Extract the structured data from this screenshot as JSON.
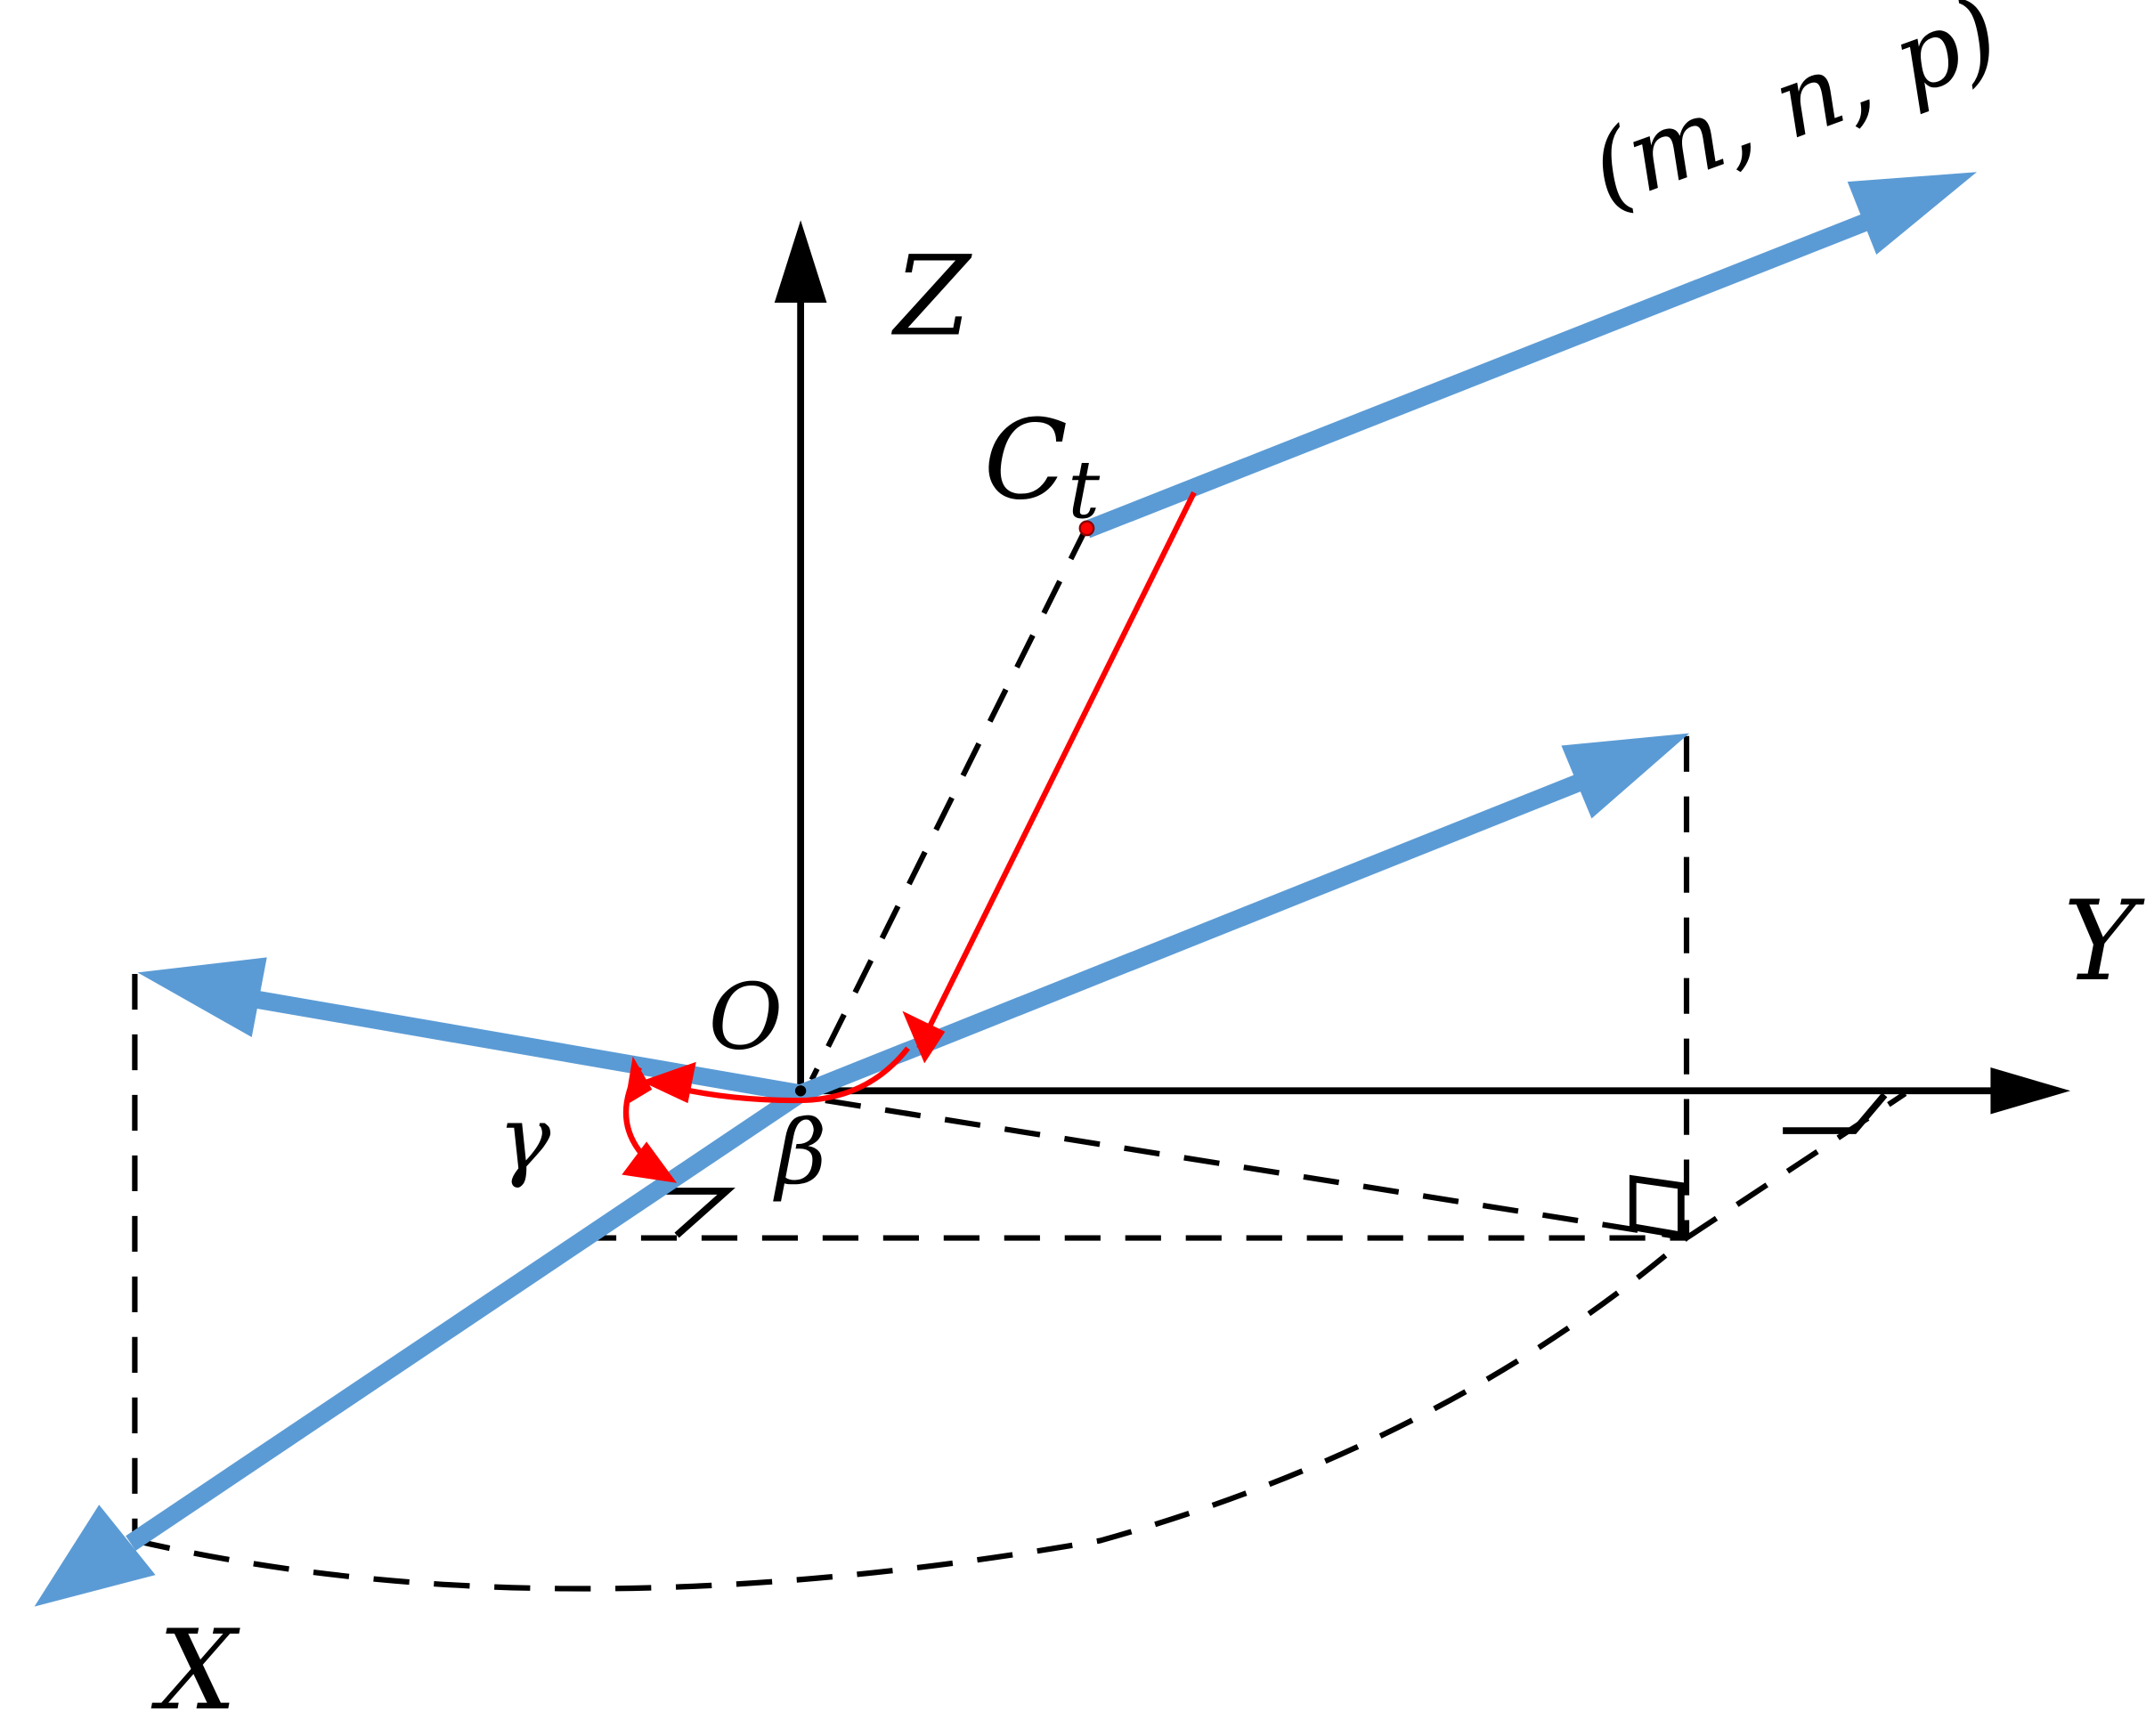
{
  "labels": {
    "z_axis": "Z",
    "y_axis": "Y",
    "x_axis": "X",
    "origin": "O",
    "point_c": "C",
    "point_c_subscript": "t",
    "direction_vector": "(m, n, p)",
    "angle_gamma": "γ",
    "angle_beta": "β"
  },
  "colors": {
    "axis": "#000000",
    "vector_blue": "#5B9BD5",
    "angle_red": "#FF0000",
    "construction_dashed": "#000000"
  }
}
